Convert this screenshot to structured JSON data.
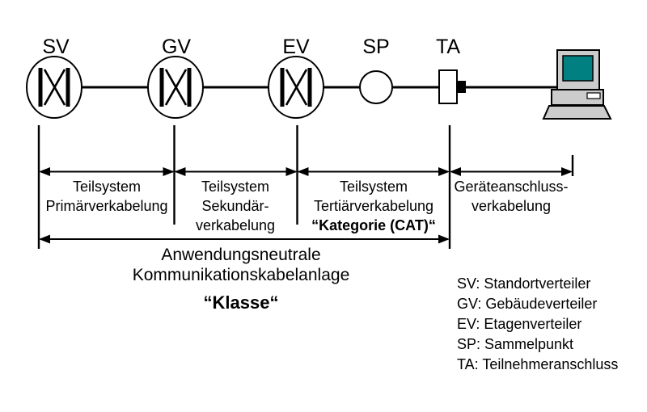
{
  "colors": {
    "background": "#ffffff",
    "line": "#000000",
    "highlight": "#2b2bb0",
    "screen": "#008080",
    "device_body": "#cccccc"
  },
  "nodes": [
    {
      "label": "SV"
    },
    {
      "label": "GV"
    },
    {
      "label": "EV"
    },
    {
      "label": "SP"
    },
    {
      "label": "TA"
    }
  ],
  "segments": [
    {
      "lines": [
        "Teilsystem",
        "Primärverkabelung"
      ]
    },
    {
      "lines": [
        "Teilsystem",
        "Sekundär-",
        "verkabelung"
      ]
    },
    {
      "lines": [
        "Teilsystem",
        "Tertiärverkabelung"
      ],
      "highlight": "“Kategorie (CAT)“"
    },
    {
      "lines": [
        "Geräteanschluss-",
        "verkabelung"
      ]
    }
  ],
  "overall": {
    "lines": [
      "Anwendungsneutrale",
      "Kommunikationskabelanlage"
    ],
    "highlight": "“Klasse“"
  },
  "legend": [
    {
      "label": "SV: Standortverteiler"
    },
    {
      "label": "GV: Gebäudeverteiler"
    },
    {
      "label": "EV: Etagenverteiler"
    },
    {
      "label": "SP: Sammelpunkt"
    },
    {
      "label": "TA: Teilnehmeranschluss"
    }
  ]
}
